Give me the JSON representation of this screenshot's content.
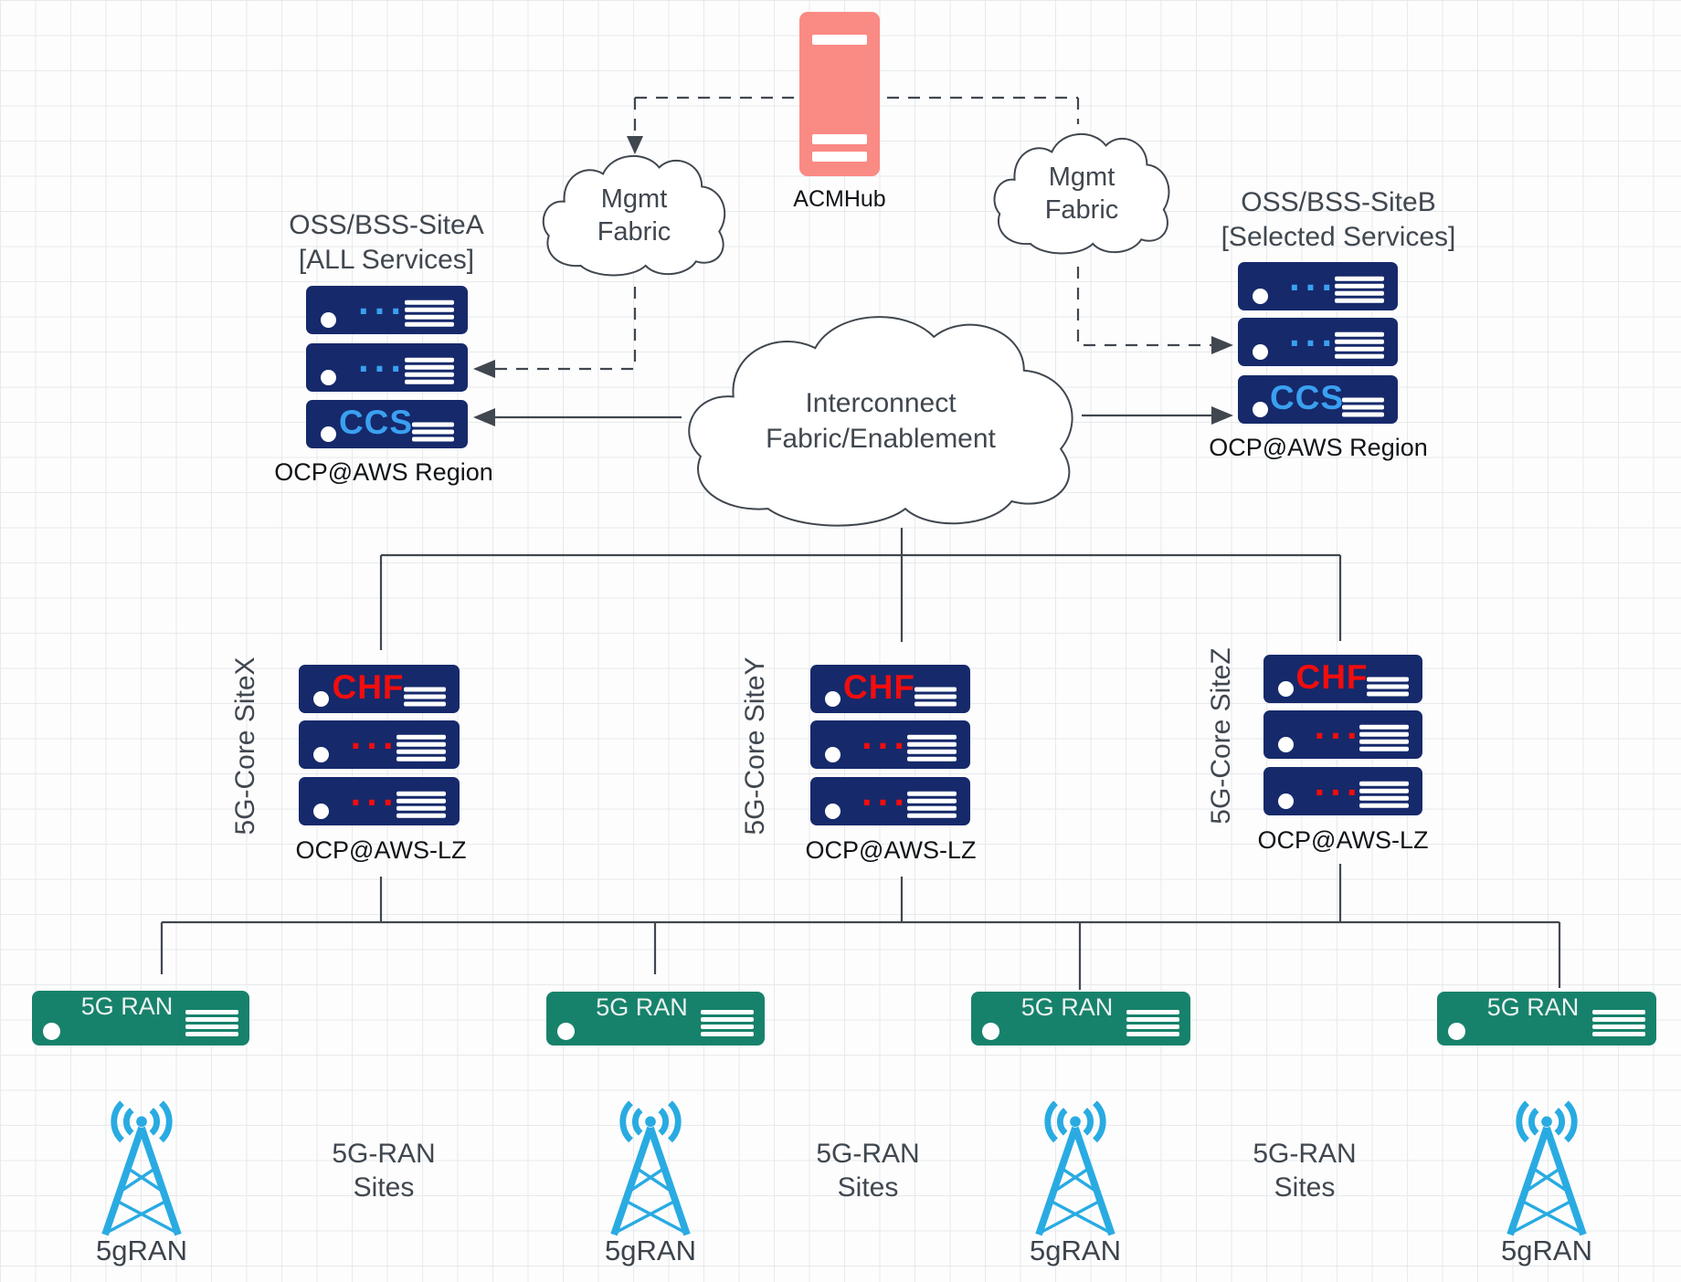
{
  "colors": {
    "navy": "#16296B",
    "green": "#17826B",
    "pink": "#FA8A84",
    "accent_blue": "#3AA0F0",
    "tower_blue": "#29ABE2",
    "red": "#F20D0D",
    "line": "#40474F"
  },
  "acmhub": {
    "label": "ACMHub"
  },
  "clouds": {
    "mgmt_left": {
      "line1": "Mgmt",
      "line2": "Fabric"
    },
    "mgmt_right": {
      "line1": "Mgmt",
      "line2": "Fabric"
    },
    "interconnect": {
      "line1": "Interconnect",
      "line2": "Fabric/Enablement"
    }
  },
  "oss_site_a": {
    "title": "OSS/BSS-SiteA",
    "subtitle": "[ALL Services]",
    "servers": [
      "...",
      "...",
      "CCS"
    ],
    "caption": "OCP@AWS Region"
  },
  "oss_site_b": {
    "title": "OSS/BSS-SiteB",
    "subtitle": "[Selected Services]",
    "servers": [
      "...",
      "...",
      "CCS"
    ],
    "caption": "OCP@AWS Region"
  },
  "core_sites": [
    {
      "label": "5G-Core SiteX",
      "servers": [
        "CHF",
        "...",
        "..."
      ],
      "caption": "OCP@AWS-LZ"
    },
    {
      "label": "5G-Core SiteY",
      "servers": [
        "CHF",
        "...",
        "..."
      ],
      "caption": "OCP@AWS-LZ"
    },
    {
      "label": "5G-Core SiteZ",
      "servers": [
        "CHF",
        "...",
        "..."
      ],
      "caption": "OCP@AWS-LZ"
    }
  ],
  "ran_units": [
    {
      "label": "5G RAN"
    },
    {
      "label": "5G RAN"
    },
    {
      "label": "5G RAN"
    },
    {
      "label": "5G RAN"
    }
  ],
  "ran_site_labels": [
    {
      "line1": "5G-RAN",
      "line2": "Sites"
    },
    {
      "line1": "5G-RAN",
      "line2": "Sites"
    },
    {
      "line1": "5G-RAN",
      "line2": "Sites"
    }
  ],
  "towers": [
    {
      "label": "5gRAN"
    },
    {
      "label": "5gRAN"
    },
    {
      "label": "5gRAN"
    },
    {
      "label": "5gRAN"
    }
  ]
}
